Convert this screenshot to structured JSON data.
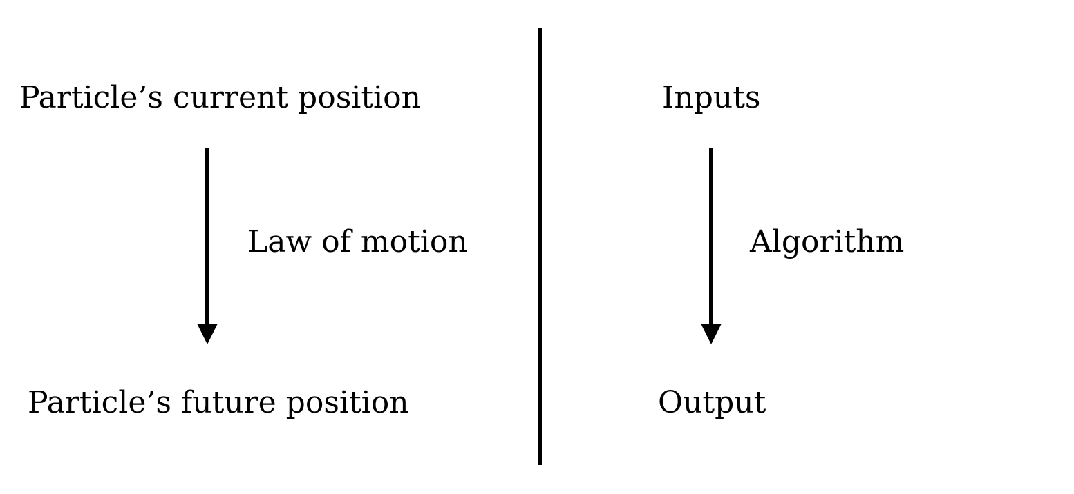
{
  "diagram": {
    "left": {
      "top_label": "Particle’s current position",
      "arrow_label": "Law of motion",
      "bottom_label": "Particle’s future position"
    },
    "right": {
      "top_label": "Inputs",
      "arrow_label": "Algorithm",
      "bottom_label": "Output"
    }
  }
}
